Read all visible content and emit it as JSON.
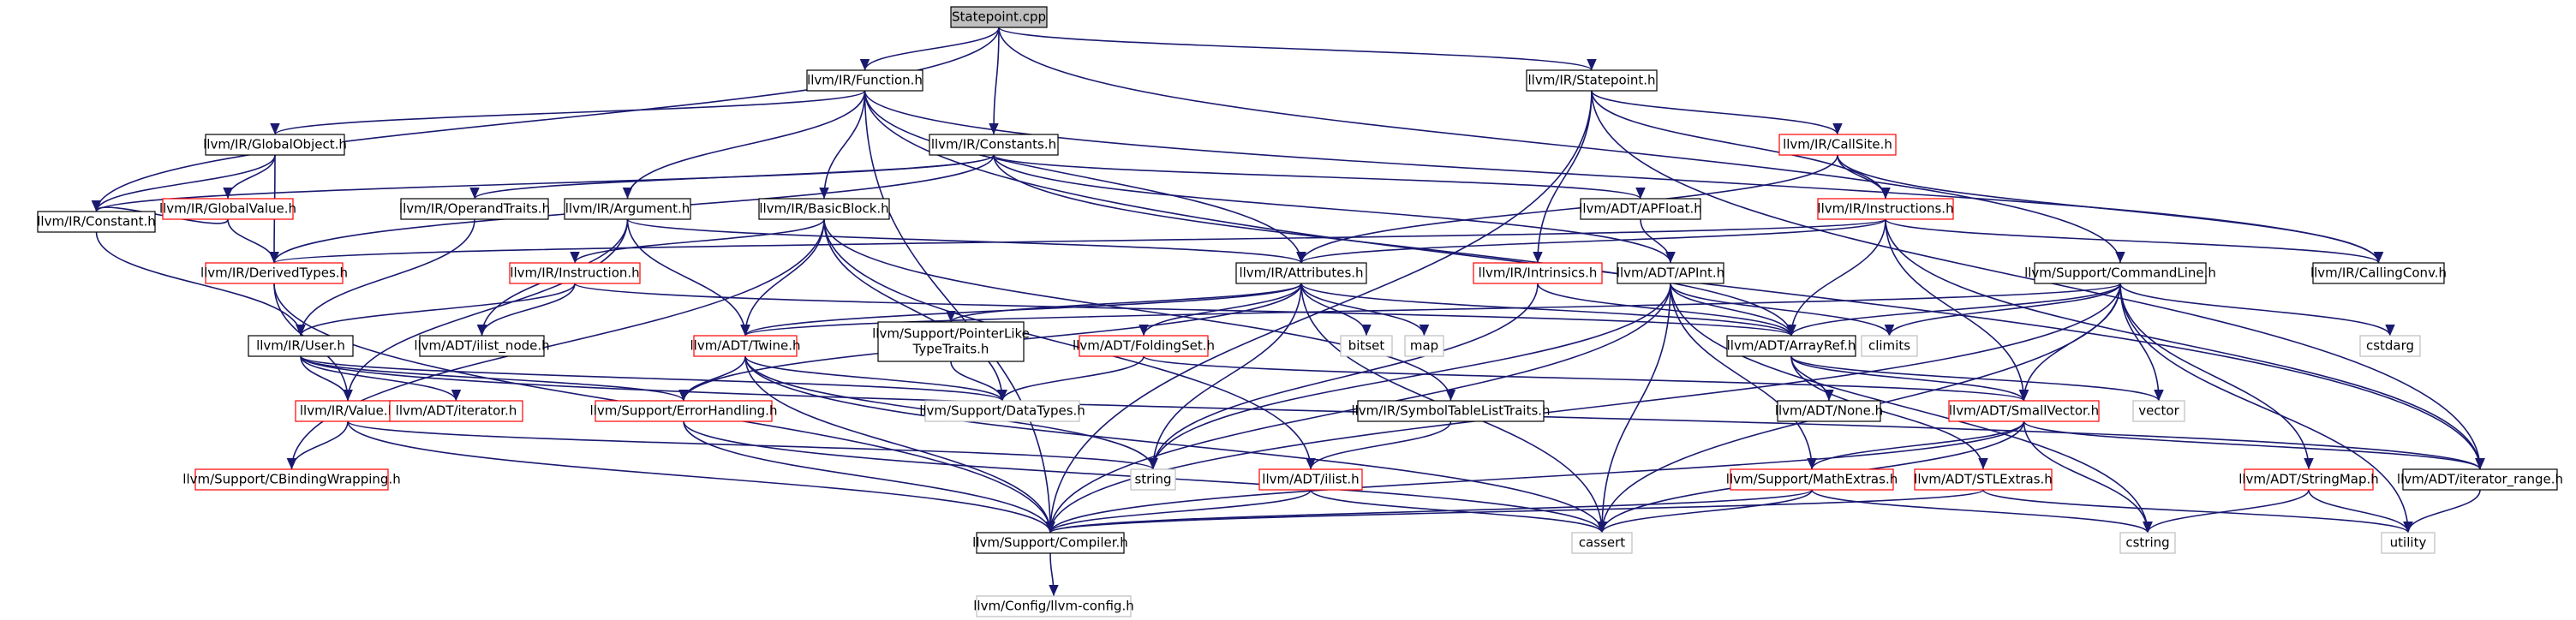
{
  "colors": {
    "edge": "#191970",
    "documented_border": "#000000",
    "undocumented_border": "#ff0000",
    "external_border": "#bfbfbf",
    "root_fill": "#bfbfbf",
    "node_fill": "#ffffff",
    "text": "#000000"
  },
  "nodes": [
    {
      "id": "statepoint_cpp",
      "label": "Statepoint.cpp",
      "kind": "root"
    },
    {
      "id": "function_h",
      "label": "llvm/IR/Function.h",
      "kind": "documented"
    },
    {
      "id": "ir_statepoint_h",
      "label": "llvm/IR/Statepoint.h",
      "kind": "documented"
    },
    {
      "id": "globalobject_h",
      "label": "llvm/IR/GlobalObject.h",
      "kind": "documented"
    },
    {
      "id": "constants_h",
      "label": "llvm/IR/Constants.h",
      "kind": "documented"
    },
    {
      "id": "callsite_h",
      "label": "llvm/IR/CallSite.h",
      "kind": "undocumented"
    },
    {
      "id": "globalvalue_h",
      "label": "llvm/IR/GlobalValue.h",
      "kind": "undocumented"
    },
    {
      "id": "operandtraits_h",
      "label": "llvm/IR/OperandTraits.h",
      "kind": "documented"
    },
    {
      "id": "argument_h",
      "label": "llvm/IR/Argument.h",
      "kind": "documented"
    },
    {
      "id": "basicblock_h",
      "label": "llvm/IR/BasicBlock.h",
      "kind": "documented"
    },
    {
      "id": "apfloat_h",
      "label": "llvm/ADT/APFloat.h",
      "kind": "documented"
    },
    {
      "id": "instructions_h",
      "label": "llvm/IR/Instructions.h",
      "kind": "undocumented"
    },
    {
      "id": "constant_h",
      "label": "llvm/IR/Constant.h",
      "kind": "documented"
    },
    {
      "id": "derivedtypes_h",
      "label": "llvm/IR/DerivedTypes.h",
      "kind": "undocumented"
    },
    {
      "id": "instruction_h",
      "label": "llvm/IR/Instruction.h",
      "kind": "undocumented"
    },
    {
      "id": "attributes_h",
      "label": "llvm/IR/Attributes.h",
      "kind": "documented"
    },
    {
      "id": "intrinsics_h",
      "label": "llvm/IR/Intrinsics.h",
      "kind": "undocumented"
    },
    {
      "id": "apint_h",
      "label": "llvm/ADT/APInt.h",
      "kind": "documented"
    },
    {
      "id": "commandline_h",
      "label": "llvm/Support/CommandLine.h",
      "kind": "documented"
    },
    {
      "id": "callingconv_h",
      "label": "llvm/IR/CallingConv.h",
      "kind": "documented"
    },
    {
      "id": "user_h",
      "label": "llvm/IR/User.h",
      "kind": "documented"
    },
    {
      "id": "ilist_node_h",
      "label": "llvm/ADT/ilist_node.h",
      "kind": "documented"
    },
    {
      "id": "twine_h",
      "label": "llvm/ADT/Twine.h",
      "kind": "undocumented"
    },
    {
      "id": "pointerlike_h",
      "label": "llvm/Support/PointerLike\nTypeTraits.h",
      "kind": "documented"
    },
    {
      "id": "foldingset_h",
      "label": "llvm/ADT/FoldingSet.h",
      "kind": "undocumented"
    },
    {
      "id": "bitset",
      "label": "bitset",
      "kind": "external"
    },
    {
      "id": "map",
      "label": "map",
      "kind": "external"
    },
    {
      "id": "arrayref_h",
      "label": "llvm/ADT/ArrayRef.h",
      "kind": "documented"
    },
    {
      "id": "climits",
      "label": "climits",
      "kind": "external"
    },
    {
      "id": "cstdarg",
      "label": "cstdarg",
      "kind": "external"
    },
    {
      "id": "value_h",
      "label": "llvm/IR/Value.h",
      "kind": "undocumented"
    },
    {
      "id": "adt_iterator_h",
      "label": "llvm/ADT/iterator.h",
      "kind": "undocumented"
    },
    {
      "id": "errorhandling_h",
      "label": "llvm/Support/ErrorHandling.h",
      "kind": "undocumented"
    },
    {
      "id": "datatypes_h",
      "label": "llvm/Support/DataTypes.h",
      "kind": "external"
    },
    {
      "id": "symtablelisttraits_h",
      "label": "llvm/IR/SymbolTableListTraits.h",
      "kind": "documented"
    },
    {
      "id": "none_h",
      "label": "llvm/ADT/None.h",
      "kind": "documented"
    },
    {
      "id": "smallvector_h",
      "label": "llvm/ADT/SmallVector.h",
      "kind": "undocumented"
    },
    {
      "id": "vector",
      "label": "vector",
      "kind": "external"
    },
    {
      "id": "cbinding_h",
      "label": "llvm/Support/CBindingWrapping.h",
      "kind": "undocumented"
    },
    {
      "id": "string",
      "label": "string",
      "kind": "external"
    },
    {
      "id": "ilist_h",
      "label": "llvm/ADT/ilist.h",
      "kind": "undocumented"
    },
    {
      "id": "mathextras_h",
      "label": "llvm/Support/MathExtras.h",
      "kind": "undocumented"
    },
    {
      "id": "stlextras_h",
      "label": "llvm/ADT/STLExtras.h",
      "kind": "undocumented"
    },
    {
      "id": "stringmap_h",
      "label": "llvm/ADT/StringMap.h",
      "kind": "undocumented"
    },
    {
      "id": "iterator_range_h",
      "label": "llvm/ADT/iterator_range.h",
      "kind": "documented"
    },
    {
      "id": "compiler_h",
      "label": "llvm/Support/Compiler.h",
      "kind": "documented"
    },
    {
      "id": "cassert",
      "label": "cassert",
      "kind": "external"
    },
    {
      "id": "cstring",
      "label": "cstring",
      "kind": "external"
    },
    {
      "id": "utility",
      "label": "utility",
      "kind": "external"
    },
    {
      "id": "llvm_config_h",
      "label": "llvm/Config/llvm-config.h",
      "kind": "external"
    }
  ],
  "edges": [
    [
      "statepoint_cpp",
      "function_h"
    ],
    [
      "statepoint_cpp",
      "ir_statepoint_h"
    ],
    [
      "statepoint_cpp",
      "constants_h"
    ],
    [
      "statepoint_cpp",
      "constant_h"
    ],
    [
      "statepoint_cpp",
      "commandline_h"
    ],
    [
      "function_h",
      "globalobject_h"
    ],
    [
      "function_h",
      "argument_h"
    ],
    [
      "function_h",
      "basicblock_h"
    ],
    [
      "function_h",
      "attributes_h"
    ],
    [
      "function_h",
      "callingconv_h"
    ],
    [
      "function_h",
      "iterator_range_h"
    ],
    [
      "function_h",
      "compiler_h"
    ],
    [
      "ir_statepoint_h",
      "callsite_h"
    ],
    [
      "ir_statepoint_h",
      "instructions_h"
    ],
    [
      "ir_statepoint_h",
      "intrinsics_h"
    ],
    [
      "ir_statepoint_h",
      "iterator_range_h"
    ],
    [
      "ir_statepoint_h",
      "compiler_h"
    ],
    [
      "globalobject_h",
      "globalvalue_h"
    ],
    [
      "globalobject_h",
      "constant_h"
    ],
    [
      "globalobject_h",
      "derivedtypes_h"
    ],
    [
      "constants_h",
      "operandtraits_h"
    ],
    [
      "constants_h",
      "apfloat_h"
    ],
    [
      "constants_h",
      "apint_h"
    ],
    [
      "constants_h",
      "arrayref_h"
    ],
    [
      "constants_h",
      "derivedtypes_h"
    ],
    [
      "constants_h",
      "constant_h"
    ],
    [
      "callsite_h",
      "instructions_h"
    ],
    [
      "callsite_h",
      "callingconv_h"
    ],
    [
      "callsite_h",
      "attributes_h"
    ],
    [
      "globalvalue_h",
      "derivedtypes_h"
    ],
    [
      "globalvalue_h",
      "constant_h"
    ],
    [
      "operandtraits_h",
      "user_h"
    ],
    [
      "argument_h",
      "attributes_h"
    ],
    [
      "argument_h",
      "twine_h"
    ],
    [
      "argument_h",
      "ilist_node_h"
    ],
    [
      "argument_h",
      "value_h"
    ],
    [
      "basicblock_h",
      "instruction_h"
    ],
    [
      "basicblock_h",
      "twine_h"
    ],
    [
      "basicblock_h",
      "symtablelisttraits_h"
    ],
    [
      "basicblock_h",
      "ilist_h"
    ],
    [
      "basicblock_h",
      "datatypes_h"
    ],
    [
      "basicblock_h",
      "cbinding_h"
    ],
    [
      "apfloat_h",
      "apint_h"
    ],
    [
      "instructions_h",
      "attributes_h"
    ],
    [
      "instructions_h",
      "derivedtypes_h"
    ],
    [
      "instructions_h",
      "callingconv_h"
    ],
    [
      "instructions_h",
      "arrayref_h"
    ],
    [
      "instructions_h",
      "smallvector_h"
    ],
    [
      "instructions_h",
      "iterator_range_h"
    ],
    [
      "constant_h",
      "user_h"
    ],
    [
      "derivedtypes_h",
      "value_h"
    ],
    [
      "derivedtypes_h",
      "compiler_h"
    ],
    [
      "instruction_h",
      "user_h"
    ],
    [
      "instruction_h",
      "ilist_node_h"
    ],
    [
      "instruction_h",
      "arrayref_h"
    ],
    [
      "attributes_h",
      "twine_h"
    ],
    [
      "attributes_h",
      "pointerlike_h"
    ],
    [
      "attributes_h",
      "foldingset_h"
    ],
    [
      "attributes_h",
      "bitset"
    ],
    [
      "attributes_h",
      "map"
    ],
    [
      "attributes_h",
      "arrayref_h"
    ],
    [
      "attributes_h",
      "string"
    ],
    [
      "attributes_h",
      "cassert"
    ],
    [
      "attributes_h",
      "errorhandling_h"
    ],
    [
      "intrinsics_h",
      "arrayref_h"
    ],
    [
      "intrinsics_h",
      "string"
    ],
    [
      "apint_h",
      "arrayref_h"
    ],
    [
      "apint_h",
      "mathextras_h"
    ],
    [
      "apint_h",
      "climits"
    ],
    [
      "apint_h",
      "cstring"
    ],
    [
      "apint_h",
      "string"
    ],
    [
      "apint_h",
      "cassert"
    ],
    [
      "apint_h",
      "compiler_h"
    ],
    [
      "commandline_h",
      "twine_h"
    ],
    [
      "commandline_h",
      "arrayref_h"
    ],
    [
      "commandline_h",
      "smallvector_h"
    ],
    [
      "commandline_h",
      "stringmap_h"
    ],
    [
      "commandline_h",
      "climits"
    ],
    [
      "commandline_h",
      "cstdarg"
    ],
    [
      "commandline_h",
      "vector"
    ],
    [
      "commandline_h",
      "utility"
    ],
    [
      "commandline_h",
      "cassert"
    ],
    [
      "commandline_h",
      "compiler_h"
    ],
    [
      "user_h",
      "value_h"
    ],
    [
      "user_h",
      "adt_iterator_h"
    ],
    [
      "user_h",
      "errorhandling_h"
    ],
    [
      "user_h",
      "iterator_range_h"
    ],
    [
      "user_h",
      "datatypes_h"
    ],
    [
      "twine_h",
      "errorhandling_h"
    ],
    [
      "twine_h",
      "datatypes_h"
    ],
    [
      "twine_h",
      "string"
    ],
    [
      "twine_h",
      "cassert"
    ],
    [
      "twine_h",
      "compiler_h"
    ],
    [
      "pointerlike_h",
      "datatypes_h"
    ],
    [
      "foldingset_h",
      "datatypes_h"
    ],
    [
      "foldingset_h",
      "smallvector_h"
    ],
    [
      "arrayref_h",
      "none_h"
    ],
    [
      "arrayref_h",
      "smallvector_h"
    ],
    [
      "arrayref_h",
      "stlextras_h"
    ],
    [
      "arrayref_h",
      "vector"
    ],
    [
      "value_h",
      "cbinding_h"
    ],
    [
      "value_h",
      "string"
    ],
    [
      "value_h",
      "compiler_h"
    ],
    [
      "errorhandling_h",
      "compiler_h"
    ],
    [
      "errorhandling_h",
      "cassert"
    ],
    [
      "symtablelisttraits_h",
      "ilist_h"
    ],
    [
      "smallvector_h",
      "mathextras_h"
    ],
    [
      "smallvector_h",
      "iterator_range_h"
    ],
    [
      "smallvector_h",
      "cstring"
    ],
    [
      "smallvector_h",
      "cassert"
    ],
    [
      "smallvector_h",
      "compiler_h"
    ],
    [
      "ilist_h",
      "compiler_h"
    ],
    [
      "ilist_h",
      "cassert"
    ],
    [
      "mathextras_h",
      "compiler_h"
    ],
    [
      "mathextras_h",
      "cassert"
    ],
    [
      "mathextras_h",
      "cstring"
    ],
    [
      "stlextras_h",
      "compiler_h"
    ],
    [
      "stlextras_h",
      "utility"
    ],
    [
      "stringmap_h",
      "cstring"
    ],
    [
      "stringmap_h",
      "utility"
    ],
    [
      "iterator_range_h",
      "utility"
    ],
    [
      "compiler_h",
      "llvm_config_h"
    ]
  ]
}
